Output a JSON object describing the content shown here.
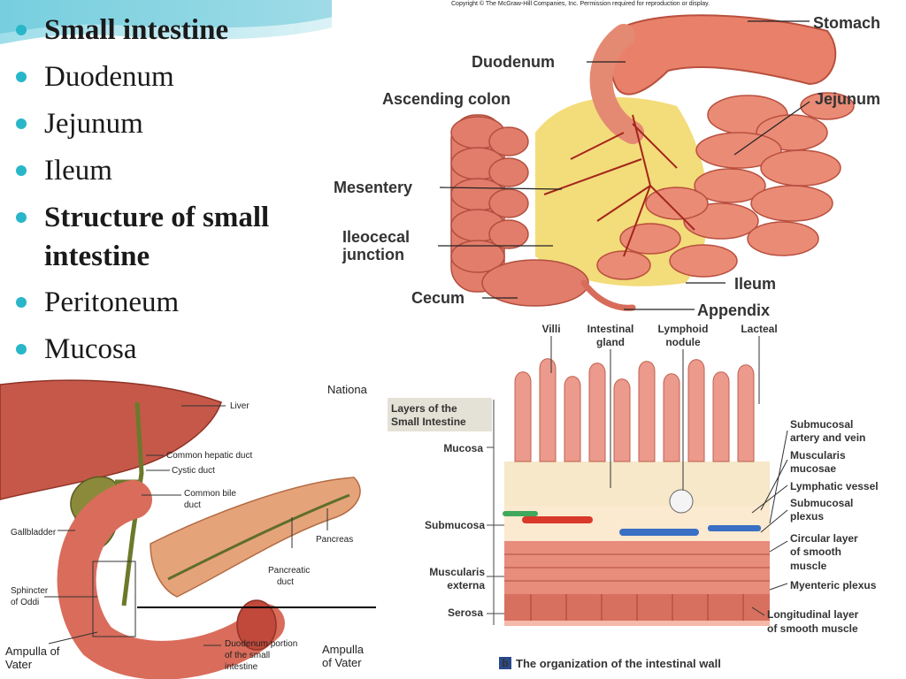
{
  "bullets": [
    {
      "text": "Small intestine",
      "bold": true
    },
    {
      "text": "Duodenum",
      "bold": false
    },
    {
      "text": "Jejunum",
      "bold": false
    },
    {
      "text": "Ileum",
      "bold": false
    },
    {
      "text": "Structure of small intestine",
      "bold": true
    },
    {
      "text": "Peritoneum",
      "bold": false
    },
    {
      "text": "Mucosa",
      "bold": false
    }
  ],
  "figure_top": {
    "copyright": "Copyright © The McGraw-Hill Companies, Inc. Permission required for reproduction or display.",
    "labels": {
      "stomach": "Stomach",
      "duodenum": "Duodenum",
      "ascending_colon": "Ascending colon",
      "jejunum": "Jejunum",
      "mesentery": "Mesentery",
      "ileocecal_1": "Ileocecal",
      "ileocecal_2": "junction",
      "ileum": "Ileum",
      "cecum": "Cecum",
      "appendix": "Appendix"
    }
  },
  "figure_bottom_left": {
    "corner_text": "Nationa",
    "labels": {
      "liver": "Liver",
      "common_hepatic": "Common hepatic duct",
      "cystic": "Cystic duct",
      "common_bile_1": "Common bile",
      "common_bile_2": "duct",
      "gallbladder": "Gallbladder",
      "pancreas": "Pancreas",
      "pancreatic_duct_1": "Pancreatic",
      "pancreatic_duct_2": "duct",
      "sphincter_1": "Sphincter",
      "sphincter_2": "of Oddi",
      "ampulla_1": "Ampulla of",
      "ampulla_2": "Vater",
      "duodenum_1": "Duodenum portion",
      "duodenum_2": "of the small",
      "duodenum_3": "intestine",
      "ampulla_r1": "Ampulla",
      "ampulla_r2": "of Vater"
    }
  },
  "figure_bottom_right": {
    "box_title_1": "Layers of the",
    "box_title_2": "Small Intestine",
    "top_labels": {
      "villi": "Villi",
      "intestinal_1": "Intestinal",
      "intestinal_2": "gland",
      "lymphoid_1": "Lymphoid",
      "lymphoid_2": "nodule",
      "lacteal": "Lacteal"
    },
    "left_labels": {
      "mucosa": "Mucosa",
      "submucosa": "Submucosa",
      "muscularis_1": "Muscularis",
      "muscularis_2": "externa",
      "serosa": "Serosa"
    },
    "right_labels": {
      "submucosal_art_1": "Submucosal",
      "submucosal_art_2": "artery and vein",
      "muscularis_m_1": "Muscularis",
      "muscularis_m_2": "mucosae",
      "lymphatic": "Lymphatic vessel",
      "submucosal_p_1": "Submucosal",
      "submucosal_p_2": "plexus",
      "circular_1": "Circular layer",
      "circular_2": "of smooth",
      "circular_3": "muscle",
      "myenteric": "Myenteric plexus",
      "longitudinal_1": "Longitudinal layer",
      "longitudinal_2": "of smooth muscle"
    },
    "caption_letter": "b",
    "caption": "The organization of the intestinal wall"
  }
}
